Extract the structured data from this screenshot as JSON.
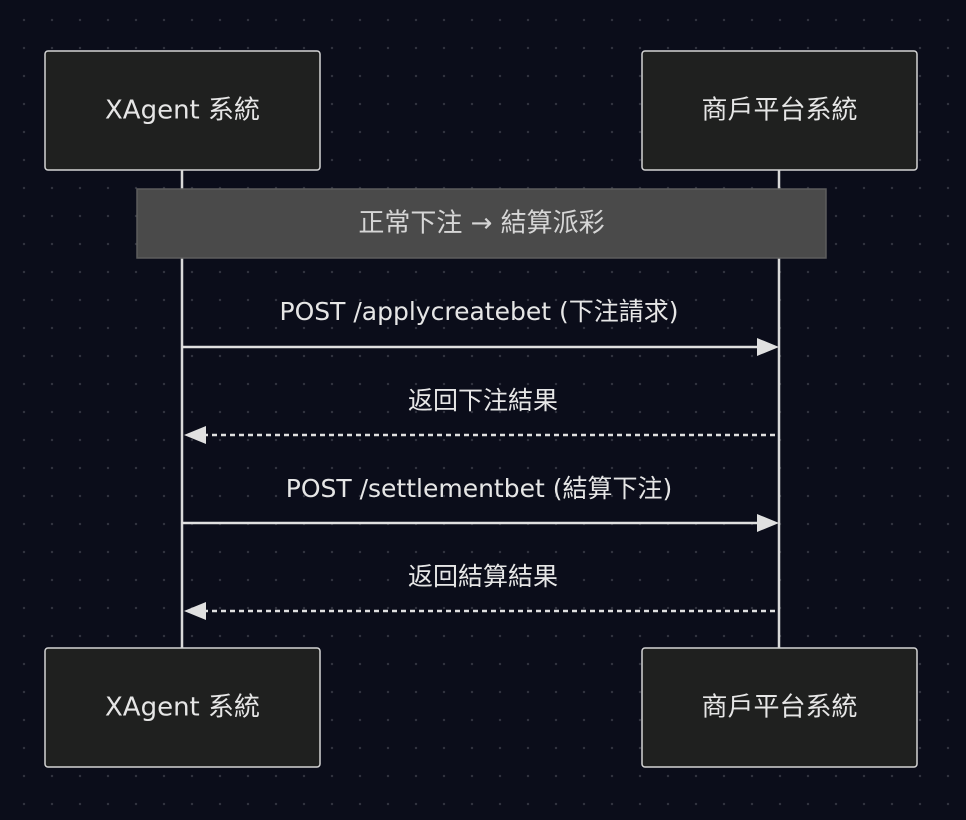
{
  "actors": [
    {
      "id": "xagent",
      "label": "XAgent 系統"
    },
    {
      "id": "merchant",
      "label": "商戶平台系統"
    }
  ],
  "note": {
    "label": "正常下注 → 結算派彩",
    "over": [
      "xagent",
      "merchant"
    ]
  },
  "messages": [
    {
      "from": "xagent",
      "to": "merchant",
      "label": "POST /applycreatebet (下注請求)",
      "style": "solid"
    },
    {
      "from": "merchant",
      "to": "xagent",
      "label": "返回下注結果",
      "style": "dashed"
    },
    {
      "from": "xagent",
      "to": "merchant",
      "label": "POST /settlementbet (結算下注)",
      "style": "solid"
    },
    {
      "from": "merchant",
      "to": "xagent",
      "label": "返回結算結果",
      "style": "dashed"
    }
  ]
}
